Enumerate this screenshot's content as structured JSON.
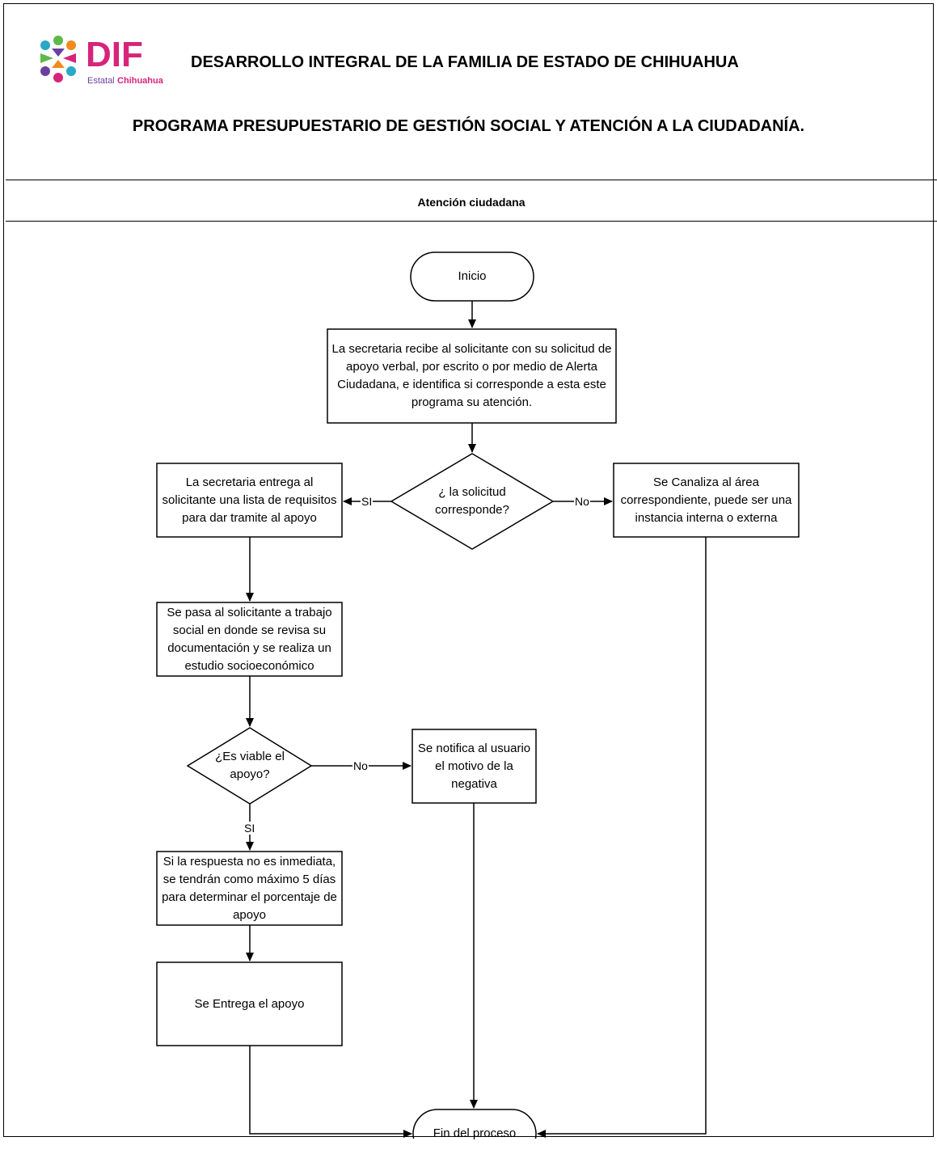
{
  "header": {
    "logo": {
      "text": "DIF",
      "subtext_1": "Estatal",
      "subtext_2": "Chihuahua",
      "colors": {
        "magenta": "#d6247a",
        "purple": "#6b3fa0",
        "green": "#5fb84a",
        "teal": "#27a9c8",
        "orange": "#f08b1d"
      }
    },
    "title": "DESARROLLO INTEGRAL DE LA FAMILIA DE ESTADO DE CHIHUAHUA",
    "program": "PROGRAMA PRESUPUESTARIO DE GESTIÓN SOCIAL Y ATENCIÓN A LA CIUDADANÍA.",
    "section": "Atención ciudadana"
  },
  "flow": {
    "inicio": "Inicio",
    "recibe": "La secretaria recibe al solicitante con su solicitud de apoyo verbal, por escrito o por medio de Alerta Ciudadana, e identifica si corresponde a esta este programa su atención.",
    "decision1": "¿ la solicitud corresponde?",
    "entrega_lista": "La secretaria entrega al solicitante  una lista de requisitos para dar tramite al apoyo",
    "canaliza": "Se Canaliza al área correspondiente, puede ser una instancia interna o externa",
    "trabajo_social": "Se pasa al solicitante a trabajo social en donde se revisa su documentación y se realiza un estudio socioeconómico",
    "decision2": "¿Es viable el apoyo?",
    "notifica": "Se notifica al usuario el motivo de la negativa",
    "respuesta": "Si la respuesta no es inmediata, se tendrán como máximo 5 días para determinar el porcentaje de apoyo",
    "entrega_apoyo": "Se Entrega el apoyo",
    "fin": "Fin del proceso",
    "labels": {
      "si_1": "SI",
      "no_1": "No",
      "no_2": "No",
      "si_2": "SI"
    }
  }
}
